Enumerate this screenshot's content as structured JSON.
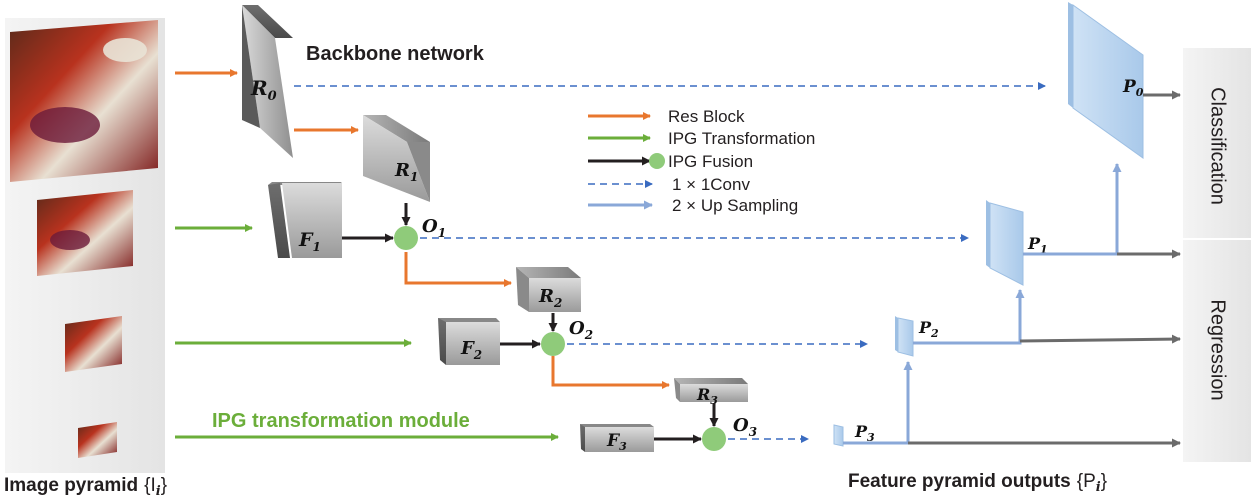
{
  "labels": {
    "backbone": "Backbone network",
    "ipg_module": "IPG transformation module",
    "image_pyramid": "Image pyramid",
    "image_pyramid_sym": "{I",
    "image_pyramid_sub": "i",
    "image_pyramid_close": "}",
    "feature_outputs": "Feature pyramid outputs",
    "feature_outputs_sym": "{P",
    "feature_outputs_sub": "i",
    "feature_outputs_close": "}"
  },
  "heads": {
    "classification": "Classification",
    "regression": "Regression"
  },
  "legend": [
    {
      "label": "Res Block",
      "type": "orange-arrow"
    },
    {
      "label": "IPG Transformation",
      "type": "green-arrow"
    },
    {
      "label": "IPG Fusion",
      "type": "black-arrow-circle"
    },
    {
      "label": "1 × 1Conv",
      "type": "blue-dashed"
    },
    {
      "label": "2 × Up Sampling",
      "type": "blue-solid"
    }
  ],
  "blocks": {
    "r0": {
      "letter": "R",
      "sub": "0"
    },
    "r1": {
      "letter": "R",
      "sub": "1"
    },
    "r2": {
      "letter": "R",
      "sub": "2"
    },
    "r3": {
      "letter": "R",
      "sub": "3"
    },
    "f1": {
      "letter": "F",
      "sub": "1"
    },
    "f2": {
      "letter": "F",
      "sub": "2"
    },
    "f3": {
      "letter": "F",
      "sub": "3"
    }
  },
  "fusion": {
    "o1": {
      "letter": "O",
      "sub": "1"
    },
    "o2": {
      "letter": "O",
      "sub": "2"
    },
    "o3": {
      "letter": "O",
      "sub": "3"
    }
  },
  "outputs": {
    "p0": {
      "letter": "P",
      "sub": "0"
    },
    "p1": {
      "letter": "P",
      "sub": "1"
    },
    "p2": {
      "letter": "P",
      "sub": "2"
    },
    "p3": {
      "letter": "P",
      "sub": "3"
    }
  },
  "colors": {
    "orange": "#E8772E",
    "green": "#6BAE3A",
    "black": "#231F20",
    "blue_dash": "#3A6BC0",
    "blue_up": "#8AA8D8",
    "gray_out": "#6B6B6B",
    "fusion_circle": "#8FCB7A",
    "ipg_text": "#6BAE3A"
  }
}
